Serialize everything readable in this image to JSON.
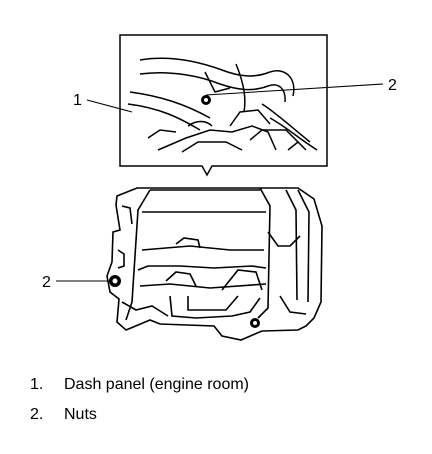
{
  "callouts": {
    "dash_panel_number": "1",
    "nut_top_number": "2",
    "nut_left_number": "2"
  },
  "legend": [
    {
      "number": "1.",
      "text": "Dash panel (engine room)"
    },
    {
      "number": "2.",
      "text": "Nuts"
    }
  ]
}
